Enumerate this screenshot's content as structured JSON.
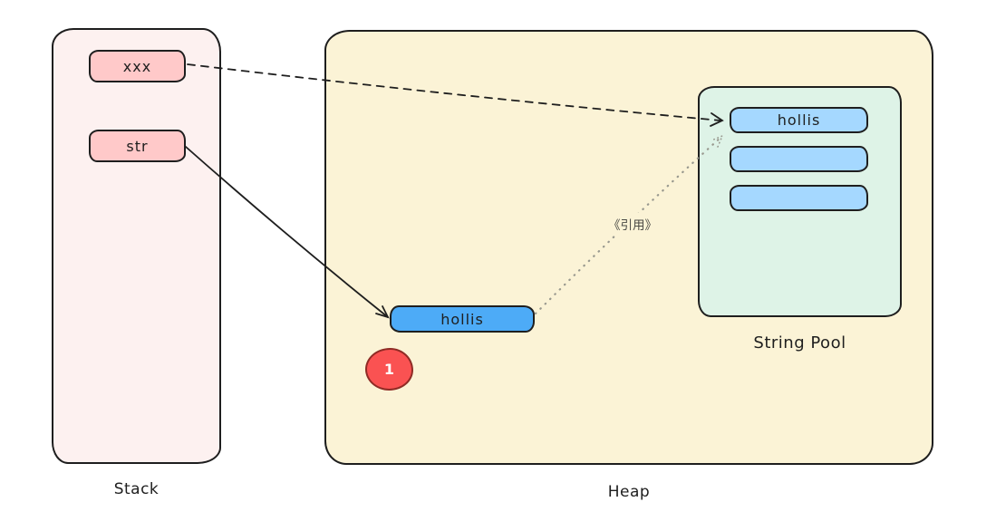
{
  "stack": {
    "label": "Stack",
    "slots": [
      {
        "label": "xxx"
      },
      {
        "label": "str"
      }
    ]
  },
  "heap": {
    "label": "Heap",
    "object_box": {
      "label": "hollis"
    },
    "step_badge": {
      "label": "1"
    },
    "string_pool": {
      "label": "String Pool",
      "entries": [
        {
          "label": "hollis"
        },
        {
          "label": ""
        },
        {
          "label": ""
        }
      ]
    }
  },
  "arrows": {
    "reference_annotation": "《引用》"
  },
  "colors": {
    "ink": "#1e1e1e",
    "stack-fill": "#fdf1f0",
    "slot-fill": "#ffc9c9",
    "heap-fill": "#fbf3d6",
    "pool-fill": "#def3e7",
    "pool-box-fill": "#a5d8ff",
    "object-fill": "#4dabf7",
    "badge-fill": "#fa5252",
    "badge-border": "#8f2b25",
    "arrow-muted": "#98988e",
    "ref-text": "#4a4a45"
  }
}
